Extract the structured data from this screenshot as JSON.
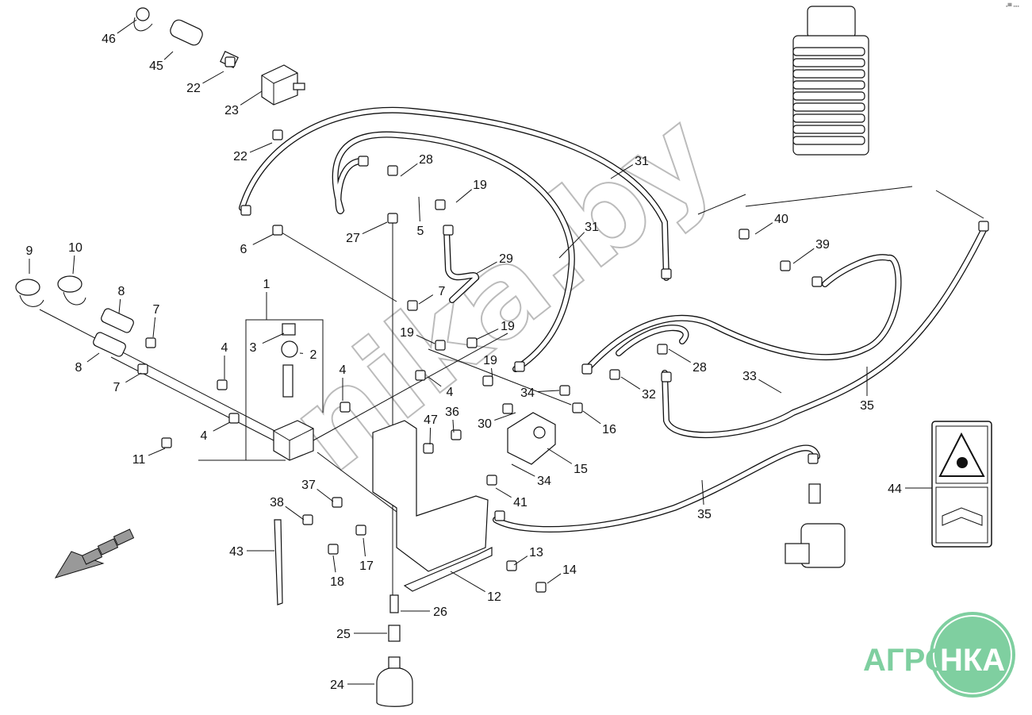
{
  "diagram": {
    "part_labels": [
      "46",
      "45",
      "22",
      "23",
      "22",
      "28",
      "31",
      "19",
      "27",
      "5",
      "6",
      "31",
      "29",
      "40",
      "39",
      "9",
      "10",
      "1",
      "8",
      "7",
      "7",
      "3",
      "2",
      "4",
      "19",
      "19",
      "19",
      "4",
      "4",
      "34",
      "28",
      "32",
      "33",
      "35",
      "8",
      "7",
      "36",
      "47",
      "30",
      "16",
      "4",
      "11",
      "15",
      "34",
      "41",
      "35",
      "44",
      "37",
      "38",
      "43",
      "13",
      "14",
      "12",
      "18",
      "17",
      "26",
      "25",
      "24"
    ],
    "watermark": "nika.by",
    "logo": {
      "text_left": "АГРО",
      "text_right": "НКА",
      "color": "#7fcfa0"
    },
    "corner_mark": "▪▀ ▪▪▪"
  }
}
